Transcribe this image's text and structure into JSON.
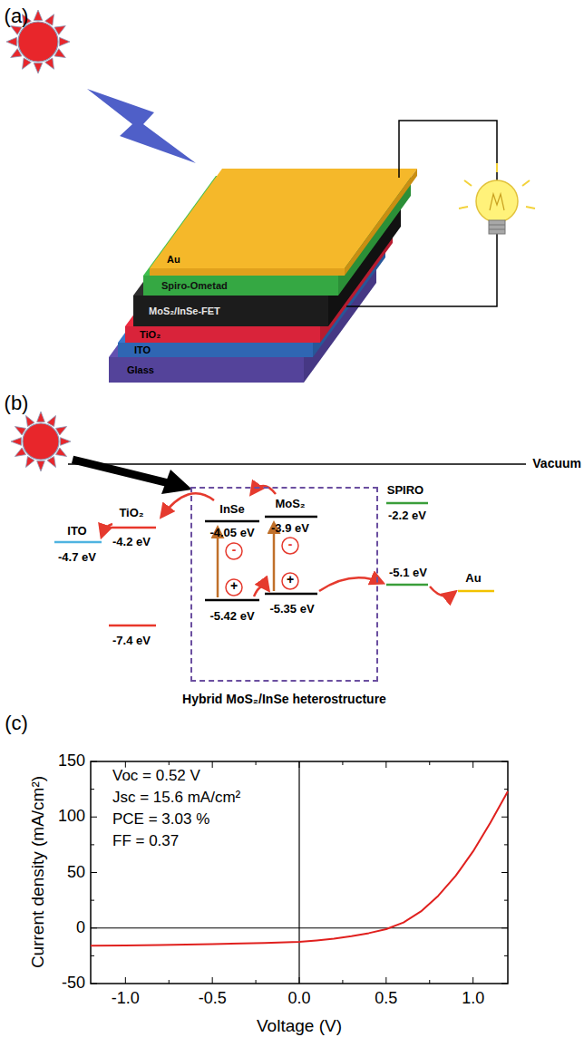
{
  "diagram": {
    "nodes": [
      {
        "text": [
          "Au"
        ]
      },
      {
        "text": [
          "Spiro-Ometad"
        ]
      },
      {
        "text": [
          "MoS₂/InSe-FET"
        ]
      },
      {
        "text": [
          "TiO₂"
        ]
      },
      {
        "text": [
          "ITO"
        ]
      },
      {
        "text": [
          "Glass"
        ]
      },
      {
        "text": [
          "Hybrid MoS₂/InSe heterostructure"
        ]
      }
    ],
    "labels": [
      "(a)",
      "(b)",
      "(c)",
      "Vacuum",
      "SPIRO",
      "-2.2 eV",
      "ITO",
      "-4.7 eV",
      "TiO₂",
      "-4.2 eV",
      "-7.4 eV",
      "InSe",
      "-4.05 eV",
      "MoS₂",
      "-3.9 eV",
      "-5.42 eV",
      "-5.35 eV",
      "-5.1 eV",
      "Au",
      "-",
      "+",
      "-",
      "+",
      "150",
      "100",
      "50",
      "0",
      "-50",
      "-1.0",
      "-0.5",
      "0.0",
      "0.5",
      "1.0",
      "Current density (mA/cm²)",
      "Voltage (V)",
      "Voc = 0.52 V",
      "Jsc = 15.6 mA/cm²",
      "PCE = 3.03 %",
      "FF = 0.37"
    ]
  }
}
